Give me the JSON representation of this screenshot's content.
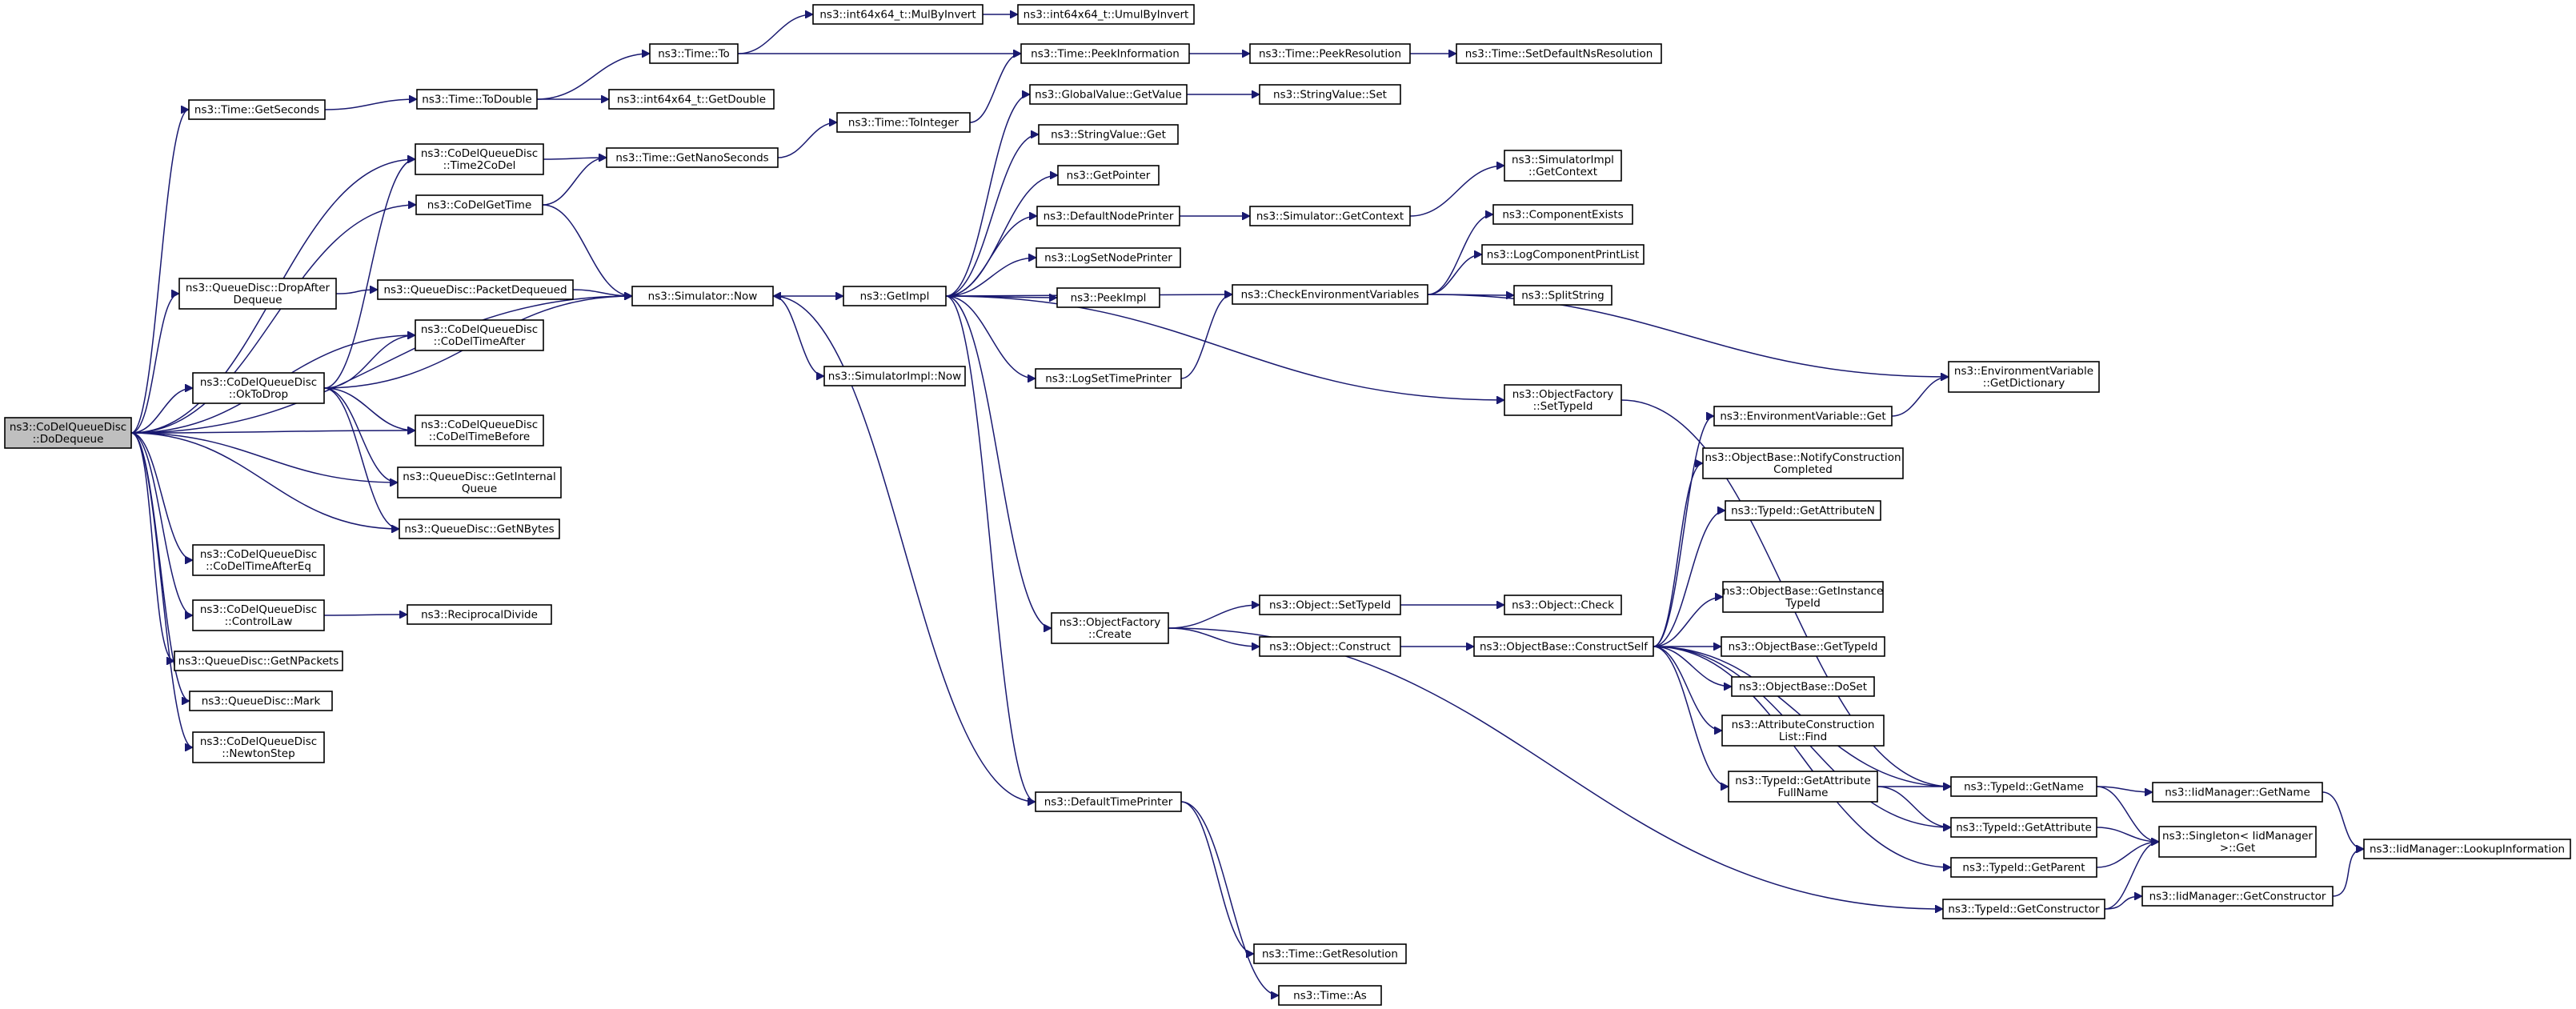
{
  "diagram": {
    "colors": {
      "edge": "#191970",
      "root_fill": "#bfbfbf",
      "node_fill": "#ffffff",
      "node_border": "#000000",
      "truncated_border": "#ff0000"
    },
    "nodes": [
      {
        "id": "root",
        "lines": [
          "ns3::CoDelQueueDisc",
          "::DoDequeue"
        ],
        "style": "root"
      },
      {
        "id": "getSeconds",
        "lines": [
          "ns3::Time::GetSeconds"
        ]
      },
      {
        "id": "toDouble",
        "lines": [
          "ns3::Time::ToDouble"
        ]
      },
      {
        "id": "timeTo",
        "lines": [
          "ns3::Time::To"
        ]
      },
      {
        "id": "mulByInvert",
        "lines": [
          "ns3::int64x64_t::MulByInvert"
        ]
      },
      {
        "id": "umulByInvert",
        "lines": [
          "ns3::int64x64_t::UmulByInvert"
        ]
      },
      {
        "id": "peekInformation",
        "lines": [
          "ns3::Time::PeekInformation"
        ]
      },
      {
        "id": "peekResolution",
        "lines": [
          "ns3::Time::PeekResolution"
        ]
      },
      {
        "id": "setDefaultNsResolution",
        "lines": [
          "ns3::Time::SetDefaultNsResolution"
        ],
        "style": "truncated"
      },
      {
        "id": "getDouble",
        "lines": [
          "ns3::int64x64_t::GetDouble"
        ]
      },
      {
        "id": "time2CoDel",
        "lines": [
          "ns3::CoDelQueueDisc",
          "::Time2CoDel"
        ]
      },
      {
        "id": "getNanoSeconds",
        "lines": [
          "ns3::Time::GetNanoSeconds"
        ]
      },
      {
        "id": "toInteger",
        "lines": [
          "ns3::Time::ToInteger"
        ]
      },
      {
        "id": "globalValueGetValue",
        "lines": [
          "ns3::GlobalValue::GetValue"
        ]
      },
      {
        "id": "stringValueSet",
        "lines": [
          "ns3::StringValue::Set"
        ]
      },
      {
        "id": "stringValueGet",
        "lines": [
          "ns3::StringValue::Get"
        ]
      },
      {
        "id": "getPointer",
        "lines": [
          "ns3::GetPointer"
        ]
      },
      {
        "id": "defaultNodePrinter",
        "lines": [
          "ns3::DefaultNodePrinter"
        ]
      },
      {
        "id": "simulatorGetContext",
        "lines": [
          "ns3::Simulator::GetContext"
        ]
      },
      {
        "id": "simulatorImplGetContext",
        "lines": [
          "ns3::SimulatorImpl",
          "::GetContext"
        ]
      },
      {
        "id": "codelGetTime",
        "lines": [
          "ns3::CoDelGetTime"
        ]
      },
      {
        "id": "componentExists",
        "lines": [
          "ns3::ComponentExists"
        ],
        "style": "truncated"
      },
      {
        "id": "logSetNodePrinter",
        "lines": [
          "ns3::LogSetNodePrinter"
        ]
      },
      {
        "id": "logComponentPrintList",
        "lines": [
          "ns3::LogComponentPrintList"
        ],
        "style": "truncated"
      },
      {
        "id": "dropAfterDequeue",
        "lines": [
          "ns3::QueueDisc::DropAfter",
          "Dequeue"
        ]
      },
      {
        "id": "packetDequeued",
        "lines": [
          "ns3::QueueDisc::PacketDequeued"
        ]
      },
      {
        "id": "simulatorNow",
        "lines": [
          "ns3::Simulator::Now"
        ]
      },
      {
        "id": "getImpl",
        "lines": [
          "ns3::GetImpl"
        ]
      },
      {
        "id": "peekImpl",
        "lines": [
          "ns3::PeekImpl"
        ]
      },
      {
        "id": "checkEnvironmentVariables",
        "lines": [
          "ns3::CheckEnvironmentVariables"
        ]
      },
      {
        "id": "splitString",
        "lines": [
          "ns3::SplitString"
        ]
      },
      {
        "id": "codelTimeAfter",
        "lines": [
          "ns3::CoDelQueueDisc",
          "::CoDelTimeAfter"
        ]
      },
      {
        "id": "okToDrop",
        "lines": [
          "ns3::CoDelQueueDisc",
          "::OkToDrop"
        ]
      },
      {
        "id": "simulatorImplNow",
        "lines": [
          "ns3::SimulatorImpl::Now"
        ]
      },
      {
        "id": "logSetTimePrinter",
        "lines": [
          "ns3::LogSetTimePrinter"
        ]
      },
      {
        "id": "envGetDictionary",
        "lines": [
          "ns3::EnvironmentVariable",
          "::GetDictionary"
        ],
        "style": "truncated"
      },
      {
        "id": "objectFactorySetTypeId",
        "lines": [
          "ns3::ObjectFactory",
          "::SetTypeId"
        ]
      },
      {
        "id": "envGet",
        "lines": [
          "ns3::EnvironmentVariable::Get"
        ]
      },
      {
        "id": "codelTimeBefore",
        "lines": [
          "ns3::CoDelQueueDisc",
          "::CoDelTimeBefore"
        ]
      },
      {
        "id": "notifyConstructionCompleted",
        "lines": [
          "ns3::ObjectBase::NotifyConstruction",
          "Completed"
        ]
      },
      {
        "id": "getInternalQueue",
        "lines": [
          "ns3::QueueDisc::GetInternal",
          "Queue"
        ]
      },
      {
        "id": "typeIdGetAttributeN",
        "lines": [
          "ns3::TypeId::GetAttributeN"
        ]
      },
      {
        "id": "getNBytes",
        "lines": [
          "ns3::QueueDisc::GetNBytes"
        ]
      },
      {
        "id": "codelTimeAfterEq",
        "lines": [
          "ns3::CoDelQueueDisc",
          "::CoDelTimeAfterEq"
        ]
      },
      {
        "id": "getInstanceTypeId",
        "lines": [
          "ns3::ObjectBase::GetInstance",
          "TypeId"
        ]
      },
      {
        "id": "objectSetTypeId",
        "lines": [
          "ns3::Object::SetTypeId"
        ]
      },
      {
        "id": "objectCheck",
        "lines": [
          "ns3::Object::Check"
        ],
        "style": "truncated"
      },
      {
        "id": "controlLaw",
        "lines": [
          "ns3::CoDelQueueDisc",
          "::ControlLaw"
        ]
      },
      {
        "id": "reciprocalDivide",
        "lines": [
          "ns3::ReciprocalDivide"
        ]
      },
      {
        "id": "objectFactoryCreate",
        "lines": [
          "ns3::ObjectFactory",
          "::Create"
        ]
      },
      {
        "id": "objectConstruct",
        "lines": [
          "ns3::Object::Construct"
        ]
      },
      {
        "id": "constructSelf",
        "lines": [
          "ns3::ObjectBase::ConstructSelf"
        ]
      },
      {
        "id": "objectBaseGetTypeId",
        "lines": [
          "ns3::ObjectBase::GetTypeId"
        ],
        "style": "truncated"
      },
      {
        "id": "getNPackets",
        "lines": [
          "ns3::QueueDisc::GetNPackets"
        ]
      },
      {
        "id": "doSet",
        "lines": [
          "ns3::ObjectBase::DoSet"
        ]
      },
      {
        "id": "queueDiscMark",
        "lines": [
          "ns3::QueueDisc::Mark"
        ]
      },
      {
        "id": "attrConstructionListFind",
        "lines": [
          "ns3::AttributeConstruction",
          "List::Find"
        ]
      },
      {
        "id": "newtonStep",
        "lines": [
          "ns3::CoDelQueueDisc",
          "::NewtonStep"
        ]
      },
      {
        "id": "getAttributeFullName",
        "lines": [
          "ns3::TypeId::GetAttribute",
          "FullName"
        ]
      },
      {
        "id": "typeIdGetName",
        "lines": [
          "ns3::TypeId::GetName"
        ]
      },
      {
        "id": "iidManagerGetName",
        "lines": [
          "ns3::IidManager::GetName"
        ]
      },
      {
        "id": "defaultTimePrinter",
        "lines": [
          "ns3::DefaultTimePrinter"
        ]
      },
      {
        "id": "typeIdGetAttribute",
        "lines": [
          "ns3::TypeId::GetAttribute"
        ],
        "style": "truncated"
      },
      {
        "id": "singletonGet",
        "lines": [
          "ns3::Singleton< IidManager",
          ">::Get"
        ]
      },
      {
        "id": "lookupInformation",
        "lines": [
          "ns3::IidManager::LookupInformation"
        ]
      },
      {
        "id": "typeIdGetParent",
        "lines": [
          "ns3::TypeId::GetParent"
        ],
        "style": "truncated"
      },
      {
        "id": "iidManagerGetConstructor",
        "lines": [
          "ns3::IidManager::GetConstructor"
        ]
      },
      {
        "id": "typeIdGetConstructor",
        "lines": [
          "ns3::TypeId::GetConstructor"
        ]
      },
      {
        "id": "timeGetResolution",
        "lines": [
          "ns3::Time::GetResolution"
        ]
      },
      {
        "id": "timeAs",
        "lines": [
          "ns3::Time::As"
        ]
      }
    ],
    "edges": [
      [
        "root",
        "getSeconds"
      ],
      [
        "root",
        "time2CoDel"
      ],
      [
        "root",
        "codelGetTime"
      ],
      [
        "root",
        "simulatorNow"
      ],
      [
        "root",
        "dropAfterDequeue"
      ],
      [
        "root",
        "codelTimeAfter"
      ],
      [
        "root",
        "okToDrop"
      ],
      [
        "root",
        "codelTimeBefore"
      ],
      [
        "root",
        "getInternalQueue"
      ],
      [
        "root",
        "getNBytes"
      ],
      [
        "root",
        "codelTimeAfterEq"
      ],
      [
        "root",
        "controlLaw"
      ],
      [
        "root",
        "getNPackets"
      ],
      [
        "root",
        "queueDiscMark"
      ],
      [
        "root",
        "newtonStep"
      ],
      [
        "getSeconds",
        "toDouble"
      ],
      [
        "toDouble",
        "timeTo"
      ],
      [
        "toDouble",
        "getDouble"
      ],
      [
        "timeTo",
        "mulByInvert"
      ],
      [
        "timeTo",
        "peekInformation"
      ],
      [
        "mulByInvert",
        "umulByInvert"
      ],
      [
        "peekInformation",
        "peekResolution"
      ],
      [
        "peekResolution",
        "setDefaultNsResolution"
      ],
      [
        "time2CoDel",
        "getNanoSeconds"
      ],
      [
        "codelGetTime",
        "getNanoSeconds"
      ],
      [
        "codelGetTime",
        "simulatorNow"
      ],
      [
        "getNanoSeconds",
        "toInteger"
      ],
      [
        "toInteger",
        "peekInformation"
      ],
      [
        "dropAfterDequeue",
        "packetDequeued"
      ],
      [
        "packetDequeued",
        "simulatorNow"
      ],
      [
        "okToDrop",
        "time2CoDel"
      ],
      [
        "okToDrop",
        "simulatorNow"
      ],
      [
        "okToDrop",
        "codelTimeAfter"
      ],
      [
        "okToDrop",
        "codelTimeBefore"
      ],
      [
        "okToDrop",
        "getInternalQueue"
      ],
      [
        "okToDrop",
        "getNBytes"
      ],
      [
        "controlLaw",
        "reciprocalDivide"
      ],
      [
        "simulatorNow",
        "getImpl"
      ],
      [
        "simulatorNow",
        "simulatorImplNow"
      ],
      [
        "getImpl",
        "globalValueGetValue"
      ],
      [
        "getImpl",
        "stringValueGet"
      ],
      [
        "getImpl",
        "getPointer"
      ],
      [
        "getImpl",
        "defaultNodePrinter"
      ],
      [
        "getImpl",
        "logSetNodePrinter"
      ],
      [
        "getImpl",
        "peekImpl"
      ],
      [
        "getImpl",
        "logSetTimePrinter"
      ],
      [
        "getImpl",
        "objectFactorySetTypeId"
      ],
      [
        "getImpl",
        "objectFactoryCreate"
      ],
      [
        "getImpl",
        "defaultTimePrinter"
      ],
      [
        "getImpl",
        "checkEnvironmentVariables"
      ],
      [
        "globalValueGetValue",
        "stringValueSet"
      ],
      [
        "defaultNodePrinter",
        "simulatorGetContext"
      ],
      [
        "simulatorGetContext",
        "simulatorImplGetContext"
      ],
      [
        "logSetTimePrinter",
        "checkEnvironmentVariables"
      ],
      [
        "checkEnvironmentVariables",
        "componentExists"
      ],
      [
        "checkEnvironmentVariables",
        "logComponentPrintList"
      ],
      [
        "checkEnvironmentVariables",
        "splitString"
      ],
      [
        "checkEnvironmentVariables",
        "envGetDictionary"
      ],
      [
        "objectFactorySetTypeId",
        "typeIdGetName"
      ],
      [
        "envGet",
        "envGetDictionary"
      ],
      [
        "objectFactoryCreate",
        "objectSetTypeId"
      ],
      [
        "objectFactoryCreate",
        "objectConstruct"
      ],
      [
        "objectFactoryCreate",
        "typeIdGetConstructor"
      ],
      [
        "objectSetTypeId",
        "objectCheck"
      ],
      [
        "objectConstruct",
        "constructSelf"
      ],
      [
        "constructSelf",
        "envGet"
      ],
      [
        "constructSelf",
        "notifyConstructionCompleted"
      ],
      [
        "constructSelf",
        "typeIdGetAttributeN"
      ],
      [
        "constructSelf",
        "getInstanceTypeId"
      ],
      [
        "constructSelf",
        "objectBaseGetTypeId"
      ],
      [
        "constructSelf",
        "doSet"
      ],
      [
        "constructSelf",
        "attrConstructionListFind"
      ],
      [
        "constructSelf",
        "getAttributeFullName"
      ],
      [
        "constructSelf",
        "typeIdGetName"
      ],
      [
        "constructSelf",
        "typeIdGetAttribute"
      ],
      [
        "constructSelf",
        "typeIdGetParent"
      ],
      [
        "getAttributeFullName",
        "typeIdGetName"
      ],
      [
        "getAttributeFullName",
        "typeIdGetAttribute"
      ],
      [
        "typeIdGetName",
        "iidManagerGetName"
      ],
      [
        "typeIdGetName",
        "singletonGet"
      ],
      [
        "iidManagerGetName",
        "lookupInformation"
      ],
      [
        "typeIdGetAttribute",
        "singletonGet"
      ],
      [
        "typeIdGetParent",
        "singletonGet"
      ],
      [
        "typeIdGetConstructor",
        "singletonGet"
      ],
      [
        "typeIdGetConstructor",
        "iidManagerGetConstructor"
      ],
      [
        "iidManagerGetConstructor",
        "lookupInformation"
      ],
      [
        "defaultTimePrinter",
        "simulatorNow"
      ],
      [
        "defaultTimePrinter",
        "timeGetResolution"
      ],
      [
        "defaultTimePrinter",
        "timeAs"
      ]
    ]
  }
}
